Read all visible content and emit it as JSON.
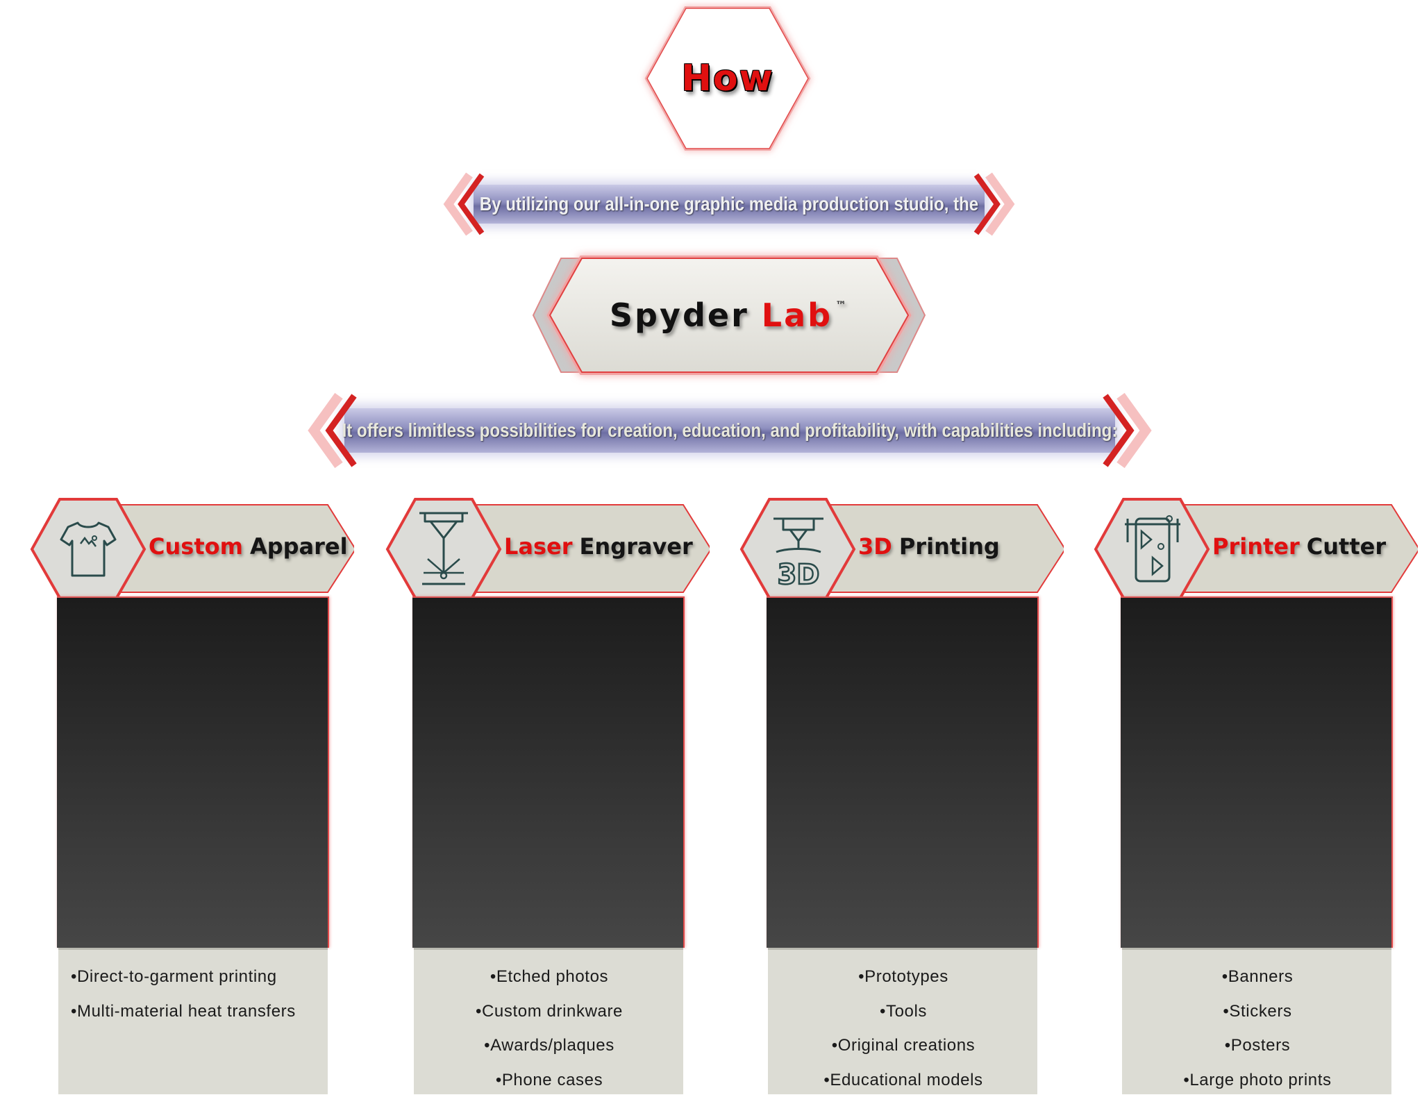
{
  "header": {
    "how_label": "How"
  },
  "banner_top": {
    "text": "By utilizing our all-in-one graphic media production studio, the"
  },
  "brand": {
    "word1": "Spyder",
    "word2": "Lab",
    "trademark": "™"
  },
  "banner_bottom": {
    "text": "It offers limitless possibilities for creation, education, and profitability, with capabilities including:"
  },
  "colors": {
    "accent": "#e01010",
    "banner": "#8e8fbf",
    "panel": "#2e2e2e",
    "list_bg": "#dcdcd4",
    "tab_bg": "#d8d7cc"
  },
  "columns": [
    {
      "title_red": "Custom",
      "title_dark": "Apparel",
      "icon": "tshirt-icon",
      "items": [
        "•Direct-to-garment printing",
        "•Multi-material heat transfers"
      ]
    },
    {
      "title_red": "Laser",
      "title_dark": "Engraver",
      "icon": "laser-icon",
      "items": [
        "•Etched photos",
        "•Custom drinkware",
        "•Awards/plaques",
        "•Phone cases"
      ]
    },
    {
      "title_red": "3D",
      "title_dark": "Printing",
      "icon": "3d-printer-icon",
      "items": [
        "•Prototypes",
        "•Tools",
        "•Original creations",
        "•Educational models"
      ]
    },
    {
      "title_red": "Printer",
      "title_dark": "Cutter",
      "icon": "printer-cutter-icon",
      "items": [
        "•Banners",
        "•Stickers",
        "•Posters",
        "•Large photo prints"
      ]
    }
  ]
}
